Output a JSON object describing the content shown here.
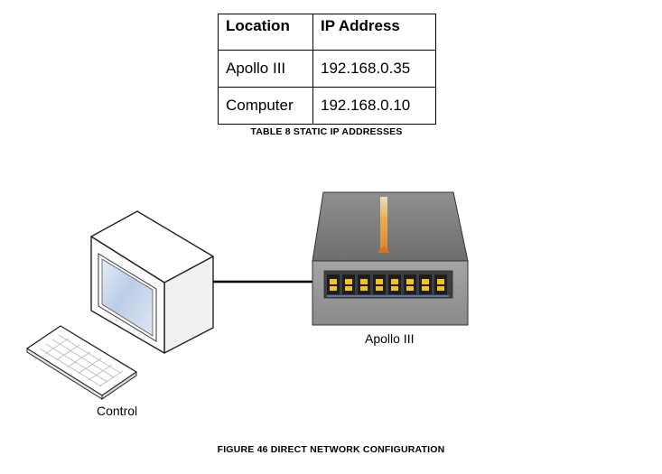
{
  "table": {
    "headers": [
      "Location",
      "IP Address"
    ],
    "rows": [
      {
        "location": "Apollo III",
        "ip": "192.168.0.35"
      },
      {
        "location": "Computer",
        "ip": "192.168.0.10"
      }
    ],
    "caption": "TABLE 8 STATIC IP ADDRESSES"
  },
  "figure": {
    "caption": "FIGURE 46 DIRECT NETWORK CONFIGURATION",
    "devices": {
      "switch_label": "Apollo III",
      "computer_label": "Control"
    },
    "switch_port_count": 8,
    "icons": [
      "computer-monitor-icon",
      "keyboard-icon",
      "network-switch-icon",
      "ethernet-cable"
    ]
  }
}
